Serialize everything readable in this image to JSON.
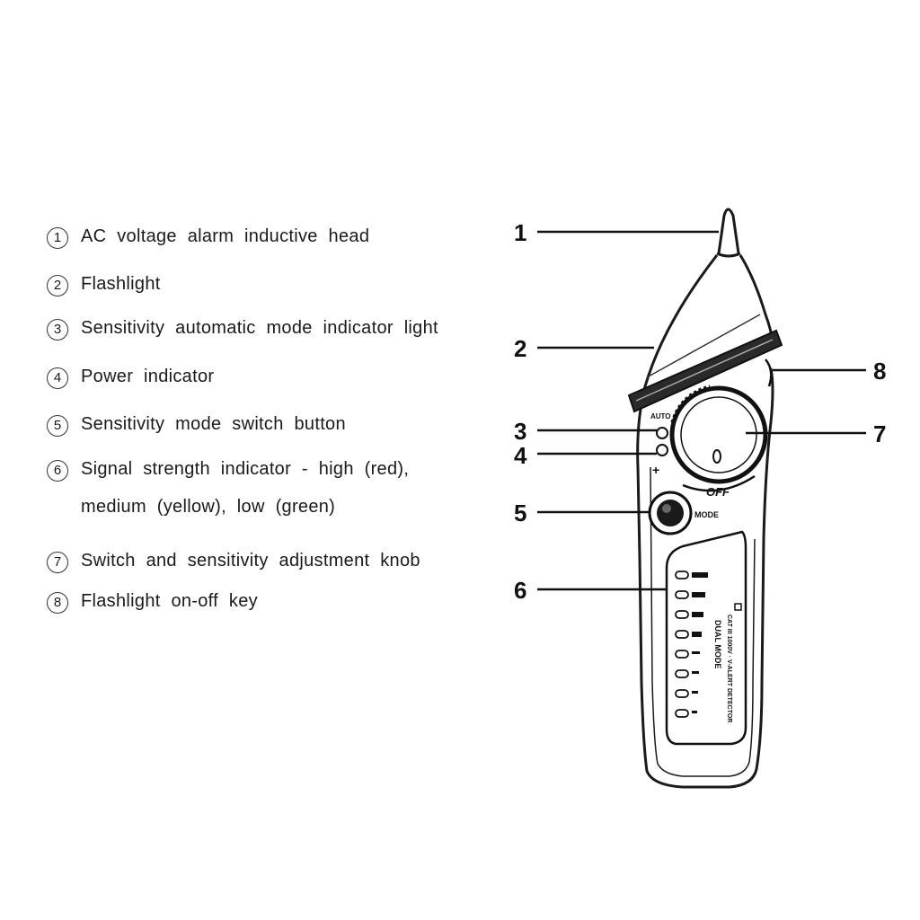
{
  "legend": [
    {
      "num": "1",
      "text": "AC voltage alarm inductive head"
    },
    {
      "num": "2",
      "text": "Flashlight"
    },
    {
      "num": "3",
      "text": "Sensitivity automatic mode indicator light"
    },
    {
      "num": "4",
      "text": "Power indicator"
    },
    {
      "num": "5",
      "text": "Sensitivity mode switch button"
    },
    {
      "num": "6",
      "text": "Signal strength indicator - high (red),",
      "text2": "medium (yellow), low (green)"
    },
    {
      "num": "7",
      "text": "Switch and sensitivity adjustment knob"
    },
    {
      "num": "8",
      "text": "Flashlight on-off key"
    }
  ],
  "callouts": [
    "1",
    "2",
    "3",
    "4",
    "5",
    "6",
    "7",
    "8"
  ],
  "device": {
    "off_label": "OFF",
    "mode_label": "MODE",
    "auto_label": "AUTO",
    "plus_label": "+"
  }
}
